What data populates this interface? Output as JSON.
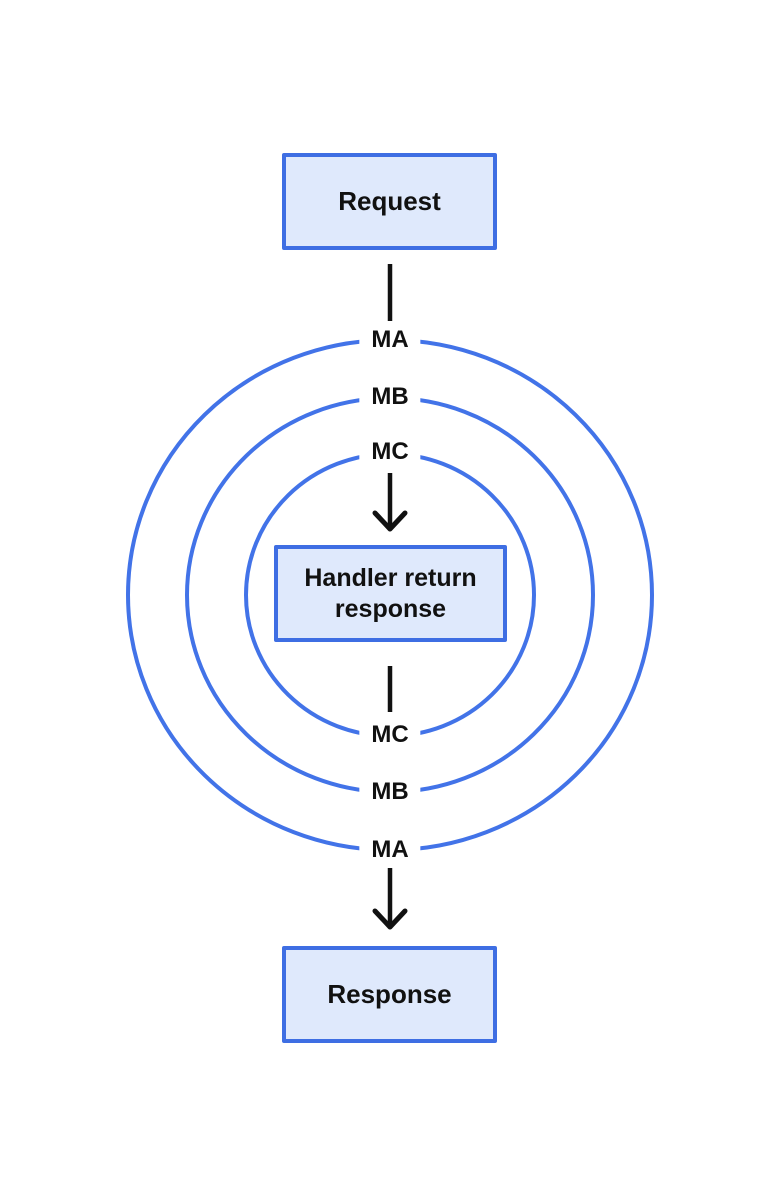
{
  "diagram": {
    "request_label": "Request",
    "handler_label": "Handler return response",
    "response_label": "Response",
    "middleware_top": [
      "MA",
      "MB",
      "MC"
    ],
    "middleware_bottom": [
      "MC",
      "MB",
      "MA"
    ],
    "colors": {
      "background": "#ffffff",
      "ring_stroke": "#4273e8",
      "box_border": "#3e6ee3",
      "box_fill": "#dfe9fc",
      "connector": "#111111",
      "label_text": "#111111"
    }
  }
}
